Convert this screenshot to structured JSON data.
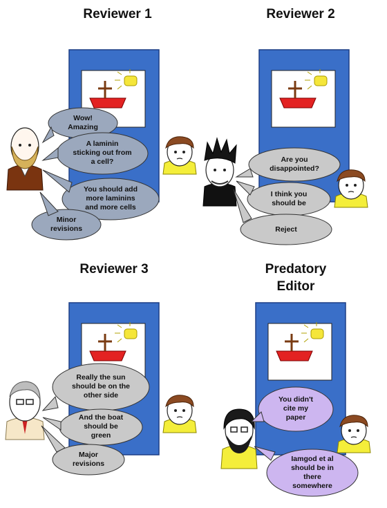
{
  "panels": [
    {
      "title": "Reviewer 1",
      "bubbles": [
        "Wow!\nAmazing",
        "A laminin\nsticking out from\na cell?",
        "You should add\nmore laminins\nand more cells",
        "Minor\nrevisions"
      ]
    },
    {
      "title": "Reviewer 2",
      "bubbles": [
        "Are you\ndisappointed?",
        "I think you\nshould be",
        "Reject"
      ]
    },
    {
      "title": "Reviewer 3",
      "bubbles": [
        "Really the sun\nshould be on the\nother side",
        "And the boat\nshould be\ngreen",
        "Major\nrevisions"
      ]
    },
    {
      "title": "Predatory\nEditor",
      "bubbles": [
        "You didn't\ncite my\npaper",
        "Iamgod et al\nshould be in\nthere\nsomewhere"
      ]
    }
  ],
  "colors": {
    "board": "#3a6fc8",
    "boat": "#e32222",
    "mast": "#7a3b12",
    "sun": "#f5e63a",
    "bubble_grey": "#9ba8bd",
    "bubble_light": "#c9c9c9",
    "bubble_purple": "#cdb6f0",
    "hair_author": "#8b4a22",
    "shirt_author": "#f4ee3a"
  }
}
